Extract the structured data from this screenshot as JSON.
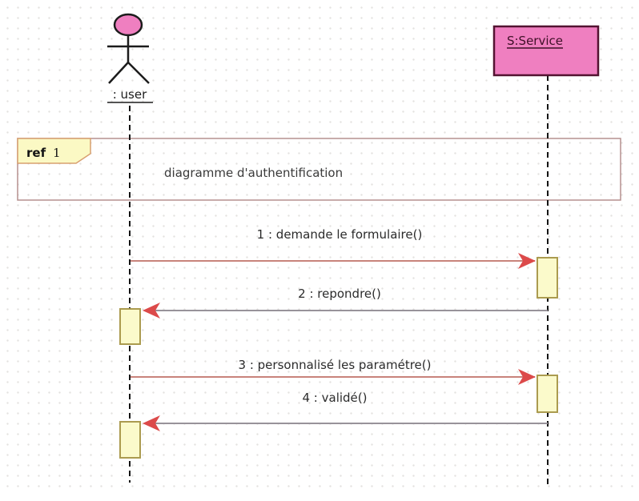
{
  "diagram": {
    "type": "uml-sequence-diagram",
    "actor": {
      "label": ": user"
    },
    "service": {
      "label": "S:Service"
    },
    "ref_fragment": {
      "keyword": "ref",
      "number": "1",
      "label": "diagramme d'authentification"
    },
    "messages": [
      {
        "id": "1",
        "label": "1 : demande le formulaire()",
        "from": "user",
        "to": "service",
        "kind": "call"
      },
      {
        "id": "2",
        "label": "2 : repondre()",
        "from": "service",
        "to": "user",
        "kind": "return"
      },
      {
        "id": "3",
        "label": "3 : personnalisé les paramétre()",
        "from": "user",
        "to": "service",
        "kind": "call"
      },
      {
        "id": "4",
        "label": "4 : validé()",
        "from": "service",
        "to": "user",
        "kind": "return"
      }
    ],
    "colors": {
      "object_fill": "#ef7fc0",
      "object_border": "#531331",
      "activation_fill": "#fbfacb",
      "activation_border": "#ab9b4f",
      "fragment_border": "#b5918f",
      "pentagon_fill": "#fbf9c4",
      "pentagon_border": "#d8a070",
      "call_line": "#c8837b",
      "return_line": "#98939a",
      "arrowhead": "#dc4a4a",
      "lifeline": "#141414"
    }
  }
}
